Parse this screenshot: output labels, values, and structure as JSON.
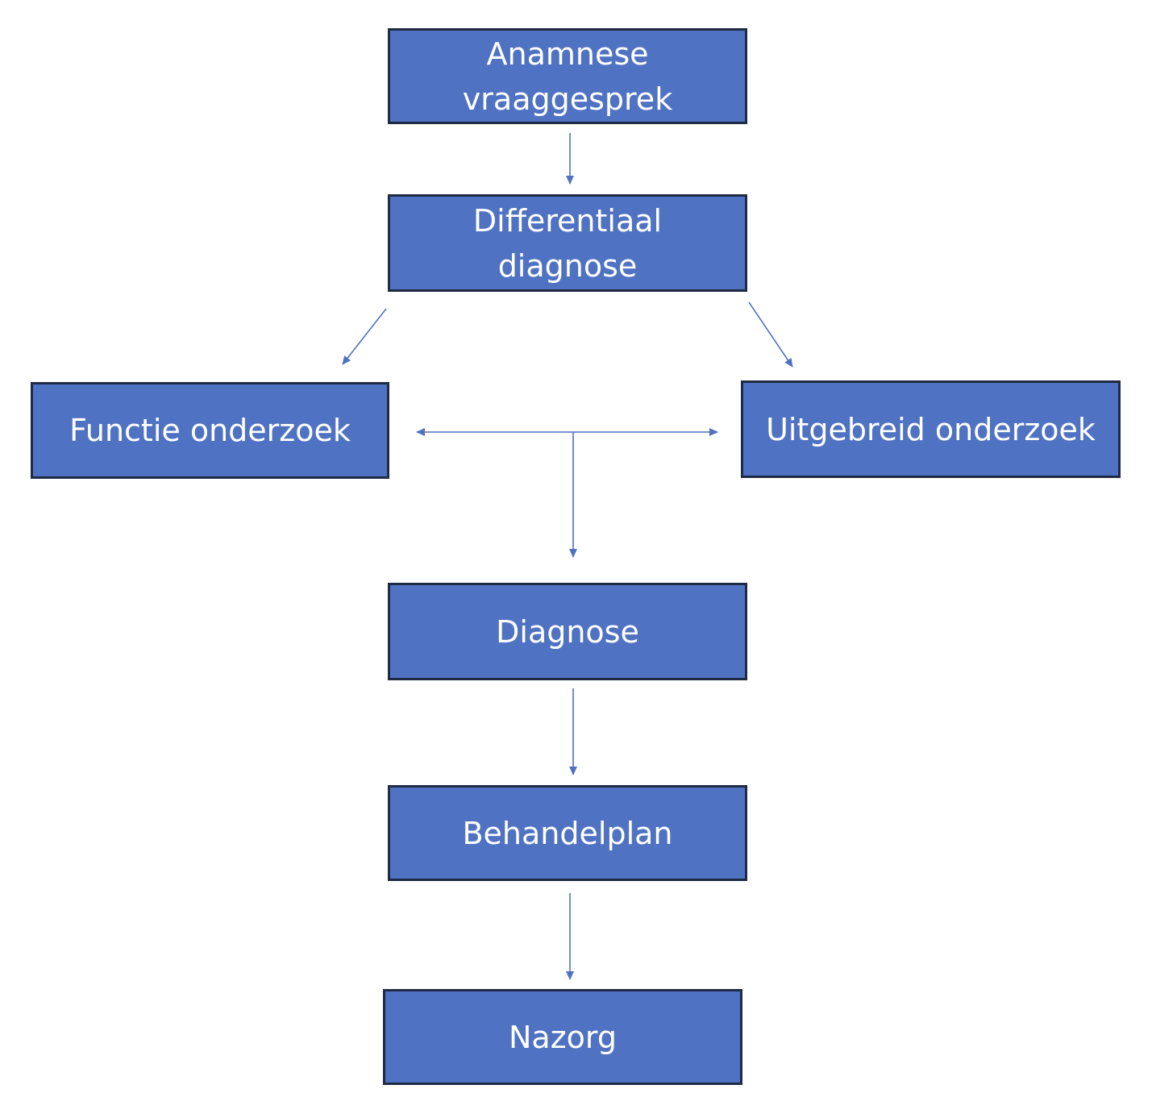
{
  "diagram": {
    "nodes": [
      {
        "id": "anamnese",
        "label": "Anamnese\nvraaggesprek"
      },
      {
        "id": "differentiaal",
        "label": "Differentiaal\ndiagnose"
      },
      {
        "id": "functie",
        "label": "Functie onderzoek"
      },
      {
        "id": "uitgebreid",
        "label": "Uitgebreid onderzoek"
      },
      {
        "id": "diagnose",
        "label": "Diagnose"
      },
      {
        "id": "behandelplan",
        "label": "Behandelplan"
      },
      {
        "id": "nazorg",
        "label": "Nazorg"
      }
    ],
    "edges": [
      {
        "from": "anamnese",
        "to": "differentiaal"
      },
      {
        "from": "differentiaal",
        "to": "functie"
      },
      {
        "from": "differentiaal",
        "to": "uitgebreid"
      },
      {
        "from": "functie",
        "to": "uitgebreid",
        "bidirectional": true
      },
      {
        "from": "functie+uitgebreid",
        "to": "diagnose"
      },
      {
        "from": "diagnose",
        "to": "behandelplan"
      },
      {
        "from": "behandelplan",
        "to": "nazorg"
      }
    ]
  },
  "colors": {
    "node_fill": "#4f72c2",
    "node_border": "#1f2a44",
    "node_text": "#ffffff",
    "arrow": "#4f72c2"
  }
}
